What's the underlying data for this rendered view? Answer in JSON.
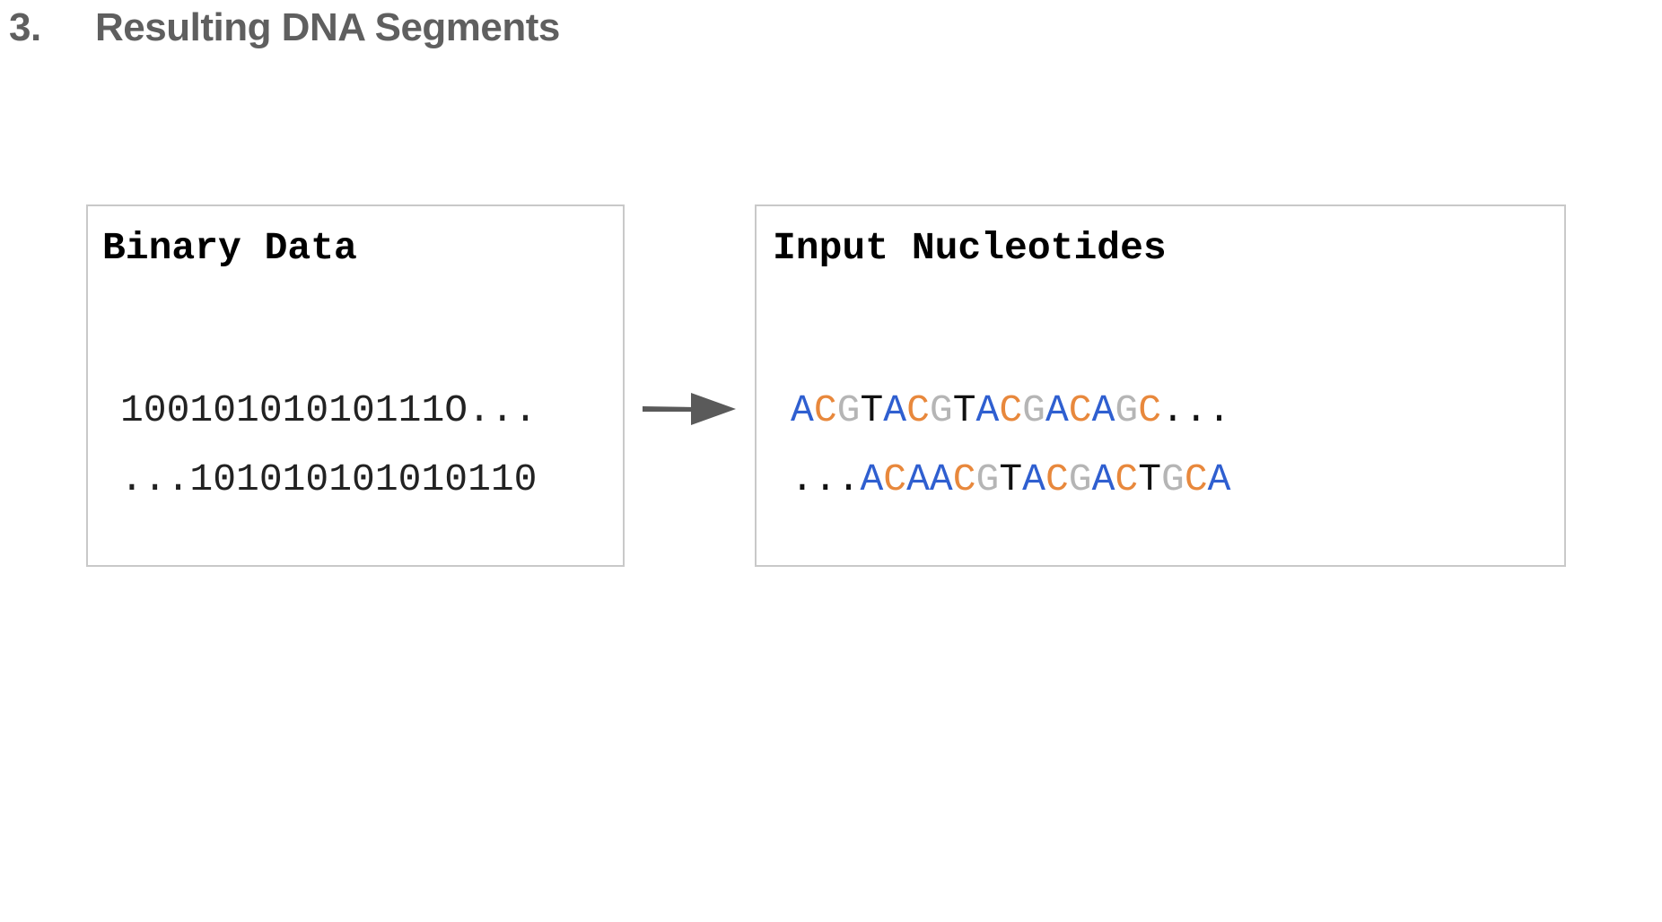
{
  "heading": {
    "number": "3.",
    "title": "Resulting DNA Segments"
  },
  "binary_box": {
    "title": "Binary Data",
    "line1": "10010101010111O...",
    "line2": "...101010101010110"
  },
  "arrow": {
    "icon": "right-arrow-icon",
    "color": "#5a5a5a"
  },
  "nucleotide_box": {
    "title": "Input Nucleotides",
    "line1": "ACGTACGTACGACAGC...",
    "line2": "...ACAACGTACGACTGCA"
  },
  "colors": {
    "A": "#2f5fd0",
    "C": "#e8883c",
    "G": "#b5b5b5",
    "T": "#111111",
    "box_border": "#c9c9c9",
    "heading": "#5f5f5f"
  }
}
